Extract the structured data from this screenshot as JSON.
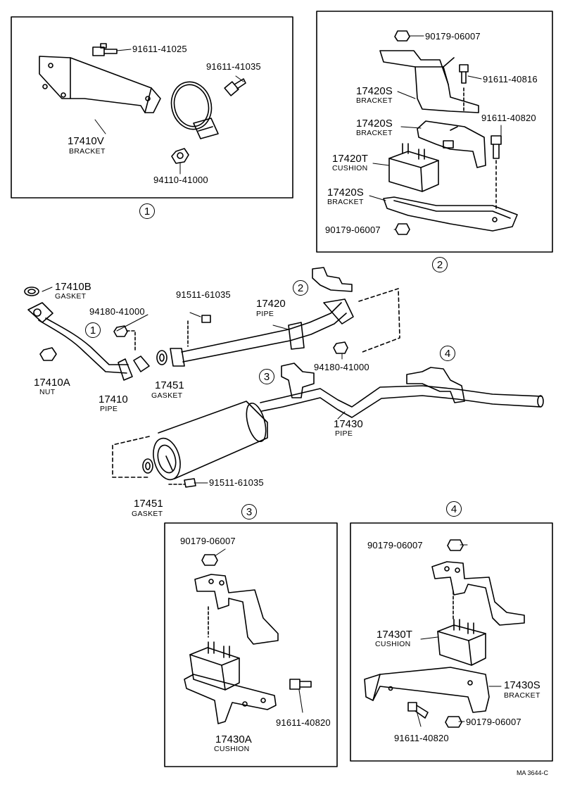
{
  "callouts": {
    "c1": "1",
    "c2": "2",
    "c3": "3",
    "c4": "4"
  },
  "inset1": {
    "bolt_a": "91611-41025",
    "bolt_b": "91611-41035",
    "bracket_no": "17410V",
    "bracket_name": "BRACKET",
    "nut": "94110-41000"
  },
  "inset2": {
    "nut_top": "90179-06007",
    "bolt_a": "91611-40816",
    "bracket_a_no": "17420S",
    "bracket_a_name": "BRACKET",
    "bracket_b_no": "17420S",
    "bracket_b_name": "BRACKET",
    "bolt_b": "91611-40820",
    "cushion_no": "17420T",
    "cushion_name": "CUSHION",
    "bracket_c_no": "17420S",
    "bracket_c_name": "BRACKET",
    "nut_bottom": "90179-06007"
  },
  "main": {
    "gasket_b_no": "17410B",
    "gasket_b_name": "GASKET",
    "bolt_a": "91511-61035",
    "nut_a": "94180-41000",
    "pipe_20_no": "17420",
    "pipe_20_name": "PIPE",
    "nut_10a_no": "17410A",
    "nut_10a_name": "NUT",
    "pipe_10_no": "17410",
    "pipe_10_name": "PIPE",
    "gasket_51_no": "17451",
    "gasket_51_name": "GASKET",
    "nut_b": "94180-41000",
    "pipe_30_no": "17430",
    "pipe_30_name": "PIPE",
    "bolt_b": "91511-61035",
    "gasket_51b_no": "17451",
    "gasket_51b_name": "GASKET"
  },
  "inset3": {
    "nut": "90179-06007",
    "bolt": "91611-40820",
    "cushion_no": "17430A",
    "cushion_name": "CUSHION"
  },
  "inset4": {
    "nut_top": "90179-06007",
    "cushion_no": "17430T",
    "cushion_name": "CUSHION",
    "bracket_no": "17430S",
    "bracket_name": "BRACKET",
    "nut_bottom": "90179-06007",
    "bolt": "91611-40820"
  },
  "footer_code": "MA 3644-C"
}
